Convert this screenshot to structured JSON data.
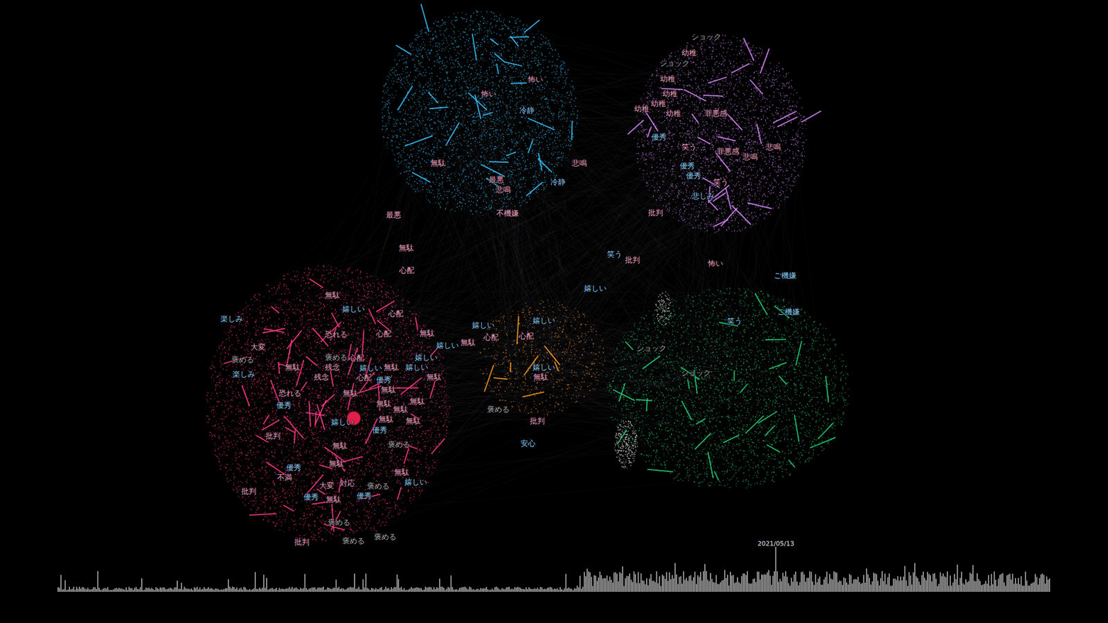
{
  "diagram": {
    "labels": [
      "ショック",
      "幼稚",
      "ショック",
      "幼稚",
      "幼稚",
      "幼稚",
      "幼稚",
      "幼稚",
      "罪悪感",
      "優秀",
      "笑う",
      "罪悪感",
      "悲鳴",
      "悲鳴",
      "優秀",
      "優秀",
      "笑う",
      "悲しみ",
      "批判",
      "怖い",
      "怖い",
      "冷静",
      "無駄",
      "悲鳴",
      "最悪",
      "悲鳴",
      "冷静",
      "不機嫌",
      "最悪",
      "無駄",
      "心配",
      "笑う",
      "批判",
      "怖い",
      "ご機嫌",
      "ご機嫌",
      "嬉しい",
      "笑う",
      "ショック",
      "ショック",
      "無駄",
      "嬉しい",
      "心配",
      "楽しみ",
      "恐れる",
      "心配",
      "無駄",
      "嬉しい",
      "嬉しい",
      "心配",
      "心配",
      "嬉しい",
      "無駄",
      "大変",
      "褒める",
      "褒める",
      "心配",
      "嬉しい",
      "無駄",
      "残念",
      "嬉しい",
      "無駄",
      "嬉しい",
      "楽しみ",
      "残念",
      "心配",
      "優秀",
      "無駄",
      "無駄",
      "嬉しい",
      "無駄",
      "恐れる",
      "無駄",
      "無駄",
      "無駄",
      "優秀",
      "無駄",
      "褒める",
      "嬉しい",
      "無駄",
      "無駄",
      "優秀",
      "批判",
      "批判",
      "無駄",
      "褒める",
      "安心",
      "無駄",
      "優秀",
      "不満",
      "無駄",
      "嬉しい",
      "大変",
      "対応",
      "優秀",
      "批判",
      "優秀",
      "無駄",
      "褒める",
      "褒める",
      "褒める",
      "褒める",
      "批判",
      "2021/05/13"
    ]
  }
}
